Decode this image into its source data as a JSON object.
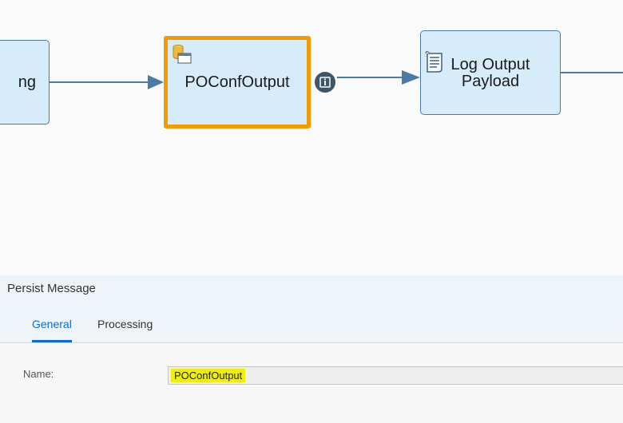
{
  "canvas": {
    "nodes": {
      "left": {
        "label": "ng"
      },
      "selected": {
        "label": "POConfOutput",
        "icon": "data-store-window-icon",
        "border_color": "#f39a00"
      },
      "log": {
        "label": "Log Output\nPayload",
        "icon": "script-scroll-icon"
      }
    },
    "info_badge_icon": "info-icon",
    "connector_color": "#4a7aa6"
  },
  "panel": {
    "title": "Persist Message",
    "tabs": [
      {
        "label": "General",
        "active": true
      },
      {
        "label": "Processing",
        "active": false
      }
    ],
    "fields": {
      "name": {
        "label": "Name:",
        "value": "POConfOutput"
      }
    },
    "accent_color": "#0a6ed1"
  }
}
